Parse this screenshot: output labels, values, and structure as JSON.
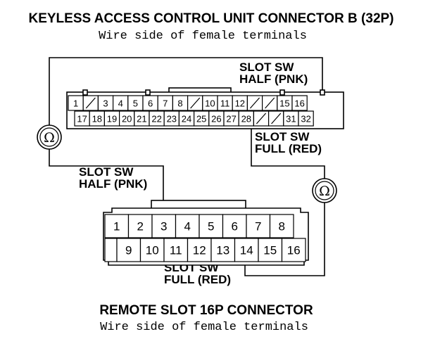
{
  "connector_a": {
    "title": "KEYLESS ACCESS CONTROL UNIT CONNECTOR B (32P)",
    "subtitle": "Wire side of female terminals",
    "row1": [
      "1",
      "",
      "3",
      "4",
      "5",
      "6",
      "7",
      "8",
      "",
      "10",
      "11",
      "12",
      "",
      "",
      "15",
      "16"
    ],
    "row2": [
      "17",
      "18",
      "19",
      "20",
      "21",
      "22",
      "23",
      "24",
      "25",
      "26",
      "27",
      "28",
      "",
      "",
      "31",
      "32"
    ],
    "label_half": [
      "SLOT SW",
      "HALF (PNK)"
    ],
    "label_full": [
      "SLOT SW",
      "FULL (RED)"
    ]
  },
  "connector_b": {
    "title": "REMOTE SLOT 16P CONNECTOR",
    "subtitle": "Wire side of female terminals",
    "row1": [
      "1",
      "2",
      "3",
      "4",
      "5",
      "6",
      "7",
      "8"
    ],
    "row2": [
      "",
      "9",
      "10",
      "11",
      "12",
      "13",
      "14",
      "15",
      "16"
    ],
    "label_half": [
      "SLOT SW",
      "HALF (PNK)"
    ],
    "label_full": [
      "SLOT SW",
      "FULL (RED)"
    ]
  },
  "meters": [
    {
      "symbol": "Ω",
      "icon": "ohmmeter-icon"
    },
    {
      "symbol": "Ω",
      "icon": "ohmmeter-icon"
    }
  ]
}
